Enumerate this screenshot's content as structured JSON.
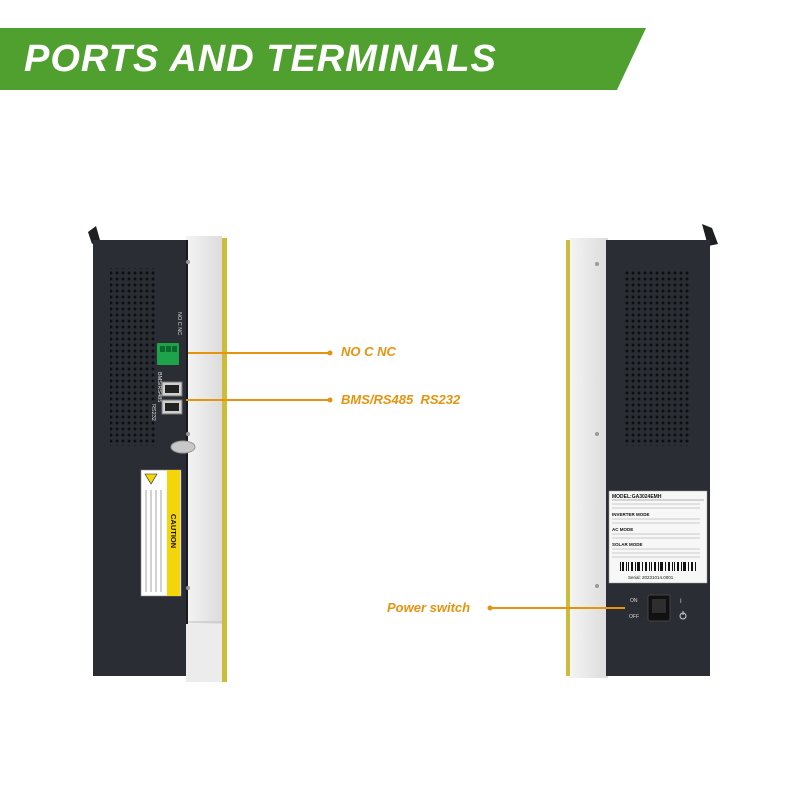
{
  "banner": {
    "title": "PORTS AND TERMINALS",
    "color": "#4fa02e"
  },
  "callouts": {
    "relay": "NO C NC",
    "comm": "BMS/RS485  RS232",
    "power": "Power switch",
    "color": "#e8930e"
  },
  "left_unit": {
    "relay_label": "NO C NC",
    "port_label_1": "BMS/RS485",
    "port_label_2": "RS232",
    "caution_title": "CAUTION"
  },
  "right_unit": {
    "model_line": "MODEL:GA3024EMH",
    "section_inverter": "INVERTER MODE",
    "section_ac": "AC MODE",
    "section_solar": "SOLAR MODE",
    "serial_line": "Serial: 20231014.0001",
    "switch_on": "ON",
    "switch_off": "OFF",
    "switch_i": "I",
    "switch_o": "O"
  }
}
